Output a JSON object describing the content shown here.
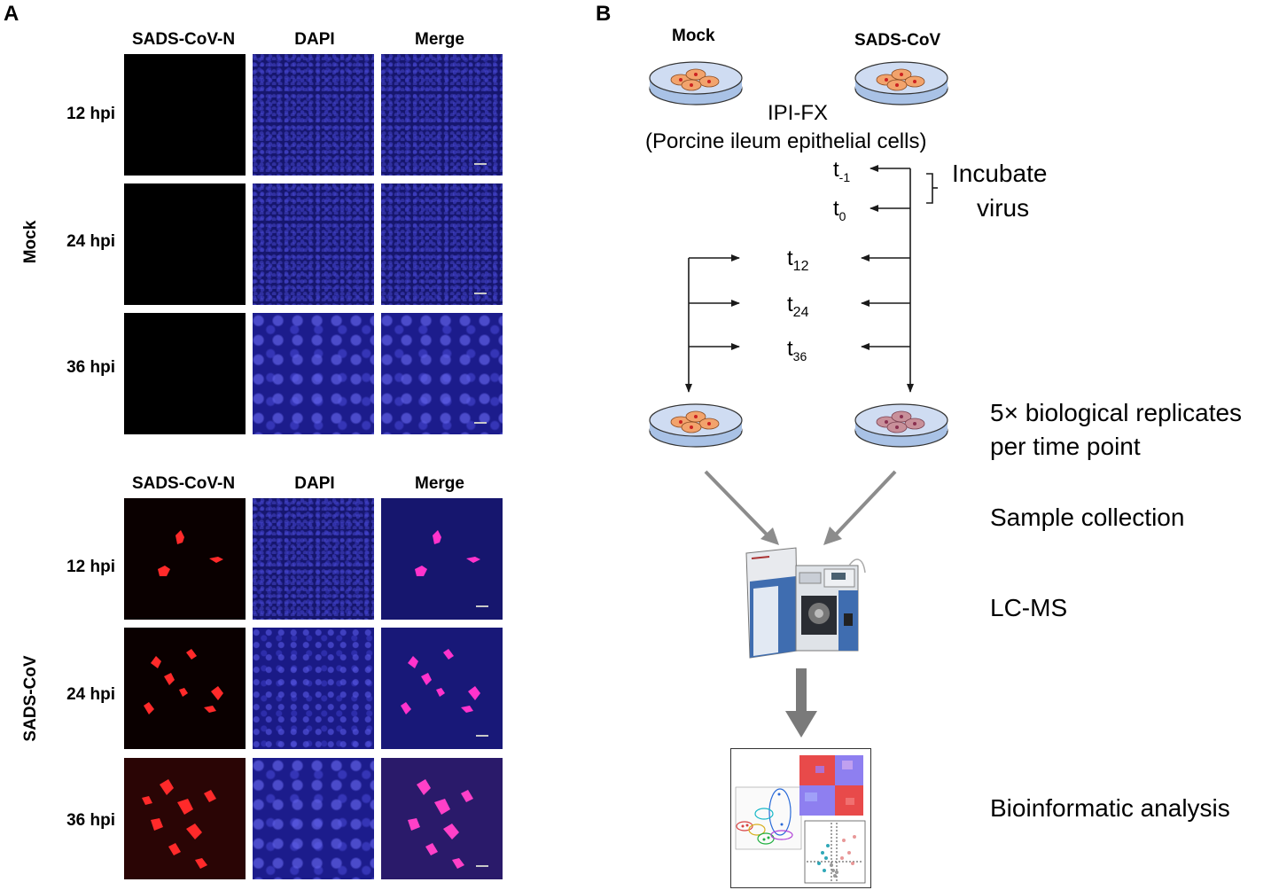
{
  "panel_a": {
    "letter": "A",
    "column_headers": [
      "SADS-CoV-N",
      "DAPI",
      "Merge"
    ],
    "groups": [
      {
        "name": "Mock",
        "rows": [
          "12 hpi",
          "24 hpi",
          "36 hpi"
        ]
      },
      {
        "name": "SADS-CoV",
        "rows": [
          "12 hpi",
          "24 hpi",
          "36 hpi"
        ]
      }
    ]
  },
  "panel_b": {
    "letter": "B",
    "mock_label": "Mock",
    "virus_label": "SADS-CoV",
    "cell_line": "IPI-FX",
    "cell_desc": "(Porcine ileum epithelial cells)",
    "timepoints": {
      "t_minus1": {
        "base": "t",
        "sub": "-1"
      },
      "t0": {
        "base": "t",
        "sub": "0"
      },
      "t12": {
        "base": "t",
        "sub": "12"
      },
      "t24": {
        "base": "t",
        "sub": "24"
      },
      "t36": {
        "base": "t",
        "sub": "36"
      }
    },
    "incubate_line1": "Incubate",
    "incubate_line2": "virus",
    "replicates_line1": "5× biological replicates",
    "replicates_line2": "per time point",
    "sample_collection": "Sample collection",
    "lcms": "LC-MS",
    "bioinformatic": "Bioinformatic analysis"
  },
  "colors": {
    "dapi_blue": "#16166e",
    "viral_red": "#ff2020",
    "dish_blue": "#a9c2e6",
    "cell_orange": "#f2a36c",
    "arrow_gray": "#8c8c8c"
  }
}
